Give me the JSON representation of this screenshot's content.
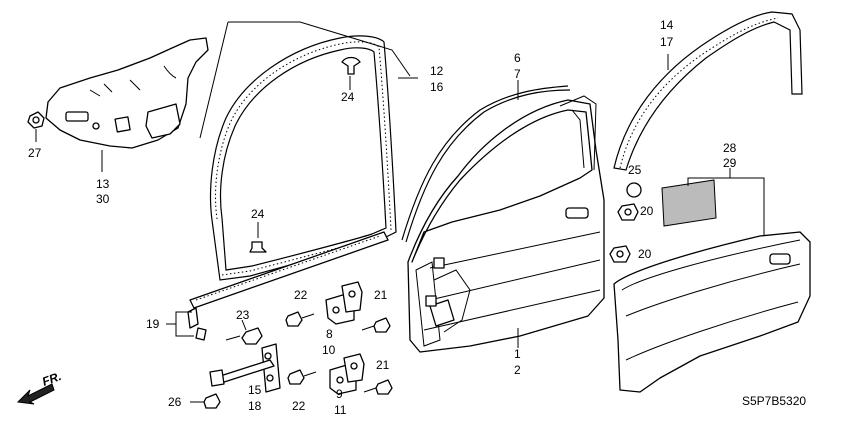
{
  "callouts": {
    "c27": "27",
    "c13": "13",
    "c30": "30",
    "c12": "12",
    "c16": "16",
    "c24a": "24",
    "c24b": "24",
    "c6": "6",
    "c7": "7",
    "c14": "14",
    "c17": "17",
    "c25": "25",
    "c20a": "20",
    "c20b": "20",
    "c28": "28",
    "c29": "29",
    "c19": "19",
    "c23": "23",
    "c22a": "22",
    "c22b": "22",
    "c8": "8",
    "c10": "10",
    "c21a": "21",
    "c21b": "21",
    "c9": "9",
    "c11": "11",
    "c15": "15",
    "c18": "18",
    "c26": "26",
    "c1": "1",
    "c2": "2"
  },
  "direction_label": "FR.",
  "diagram_code": "S5P7B5320"
}
